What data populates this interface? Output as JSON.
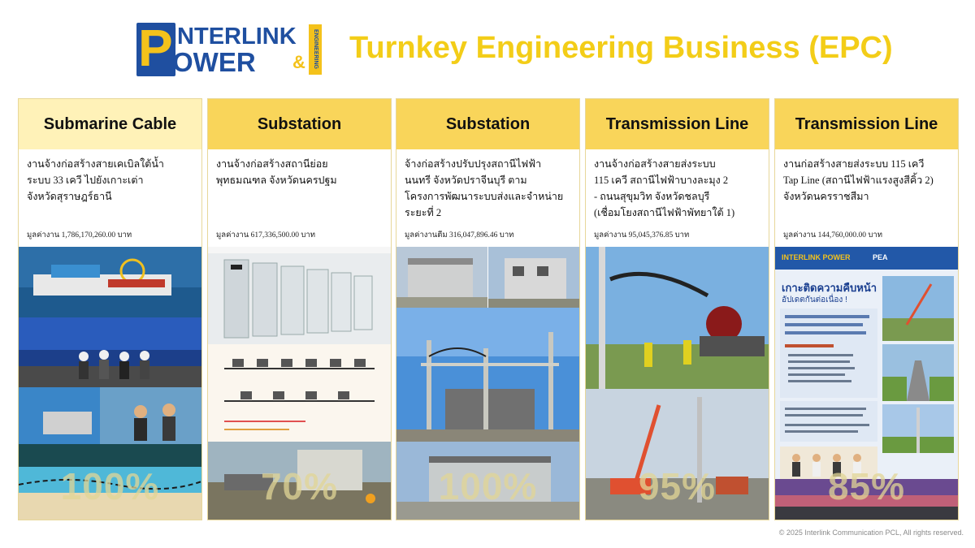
{
  "header": {
    "logo_p": "P",
    "logo_line1": "INTERLINK",
    "logo_line2": "OWER",
    "logo_amp": "&",
    "logo_vertical": "ENGINEERING",
    "title": "Turnkey Engineering Business  (EPC)"
  },
  "cards": [
    {
      "title": "Submarine Cable",
      "desc": [
        "งานจ้างก่อสร้างสายเคเบิลใต้น้ำ",
        "ระบบ 33 เควี ไปยังเกาะเต่า",
        "จังหวัดสุราษฎร์ธานี"
      ],
      "value": "มูลค่างาน 1,786,170,260.00 บาท",
      "progress": "100%"
    },
    {
      "title": "Substation",
      "desc": [
        "งานจ้างก่อสร้างสถานีย่อย",
        "พุทธมณฑล จังหวัดนครปฐม"
      ],
      "value": "มูลค่างาน 617,336,500.00 บาท",
      "progress": "70%"
    },
    {
      "title": "Substation",
      "desc": [
        "จ้างก่อสร้างปรับปรุงสถานีไฟฟ้า",
        "นนทรี จังหวัดปราจีนบุรี ตาม",
        "โครงการพัฒนาระบบส่งและจำหน่าย",
        "ระยะที่ 2"
      ],
      "value": "มูลค่างานตีม 316,047,896.46 บาท",
      "progress": "100%"
    },
    {
      "title": "Transmission Line",
      "desc": [
        "งานจ้างก่อสร้างสายส่งระบบ",
        "115 เควี สถานีไฟฟ้าบางละมุง 2",
        "- ถนนสุขุมวิท จังหวัดชลบุรี",
        "(เชื่อมโยงสถานีไฟฟ้าพัทยาใต้ 1)"
      ],
      "value": "มูลค่างาน  95,045,376.85 บาท",
      "progress": "95%"
    },
    {
      "title": "Transmission Line",
      "desc": [
        "งานก่อสร้างสายส่งระบบ 115 เควี",
        "Tap Line (สถานีไฟฟ้าแรงสูงสีคิ้ว 2)",
        "จังหวัดนครราชสีมา"
      ],
      "value": "มูลค่างาน 144,760,000.00 บาท",
      "progress": "85%"
    }
  ],
  "poster": {
    "brand": "INTERLINK POWER",
    "pea": "PEA",
    "headline": "เกาะติดความคืบหน้า",
    "sub": "อัปเดตกันต่อเนื่อง !"
  },
  "footer": "© 2025 Interlink Communication PCL, All rights reserved."
}
